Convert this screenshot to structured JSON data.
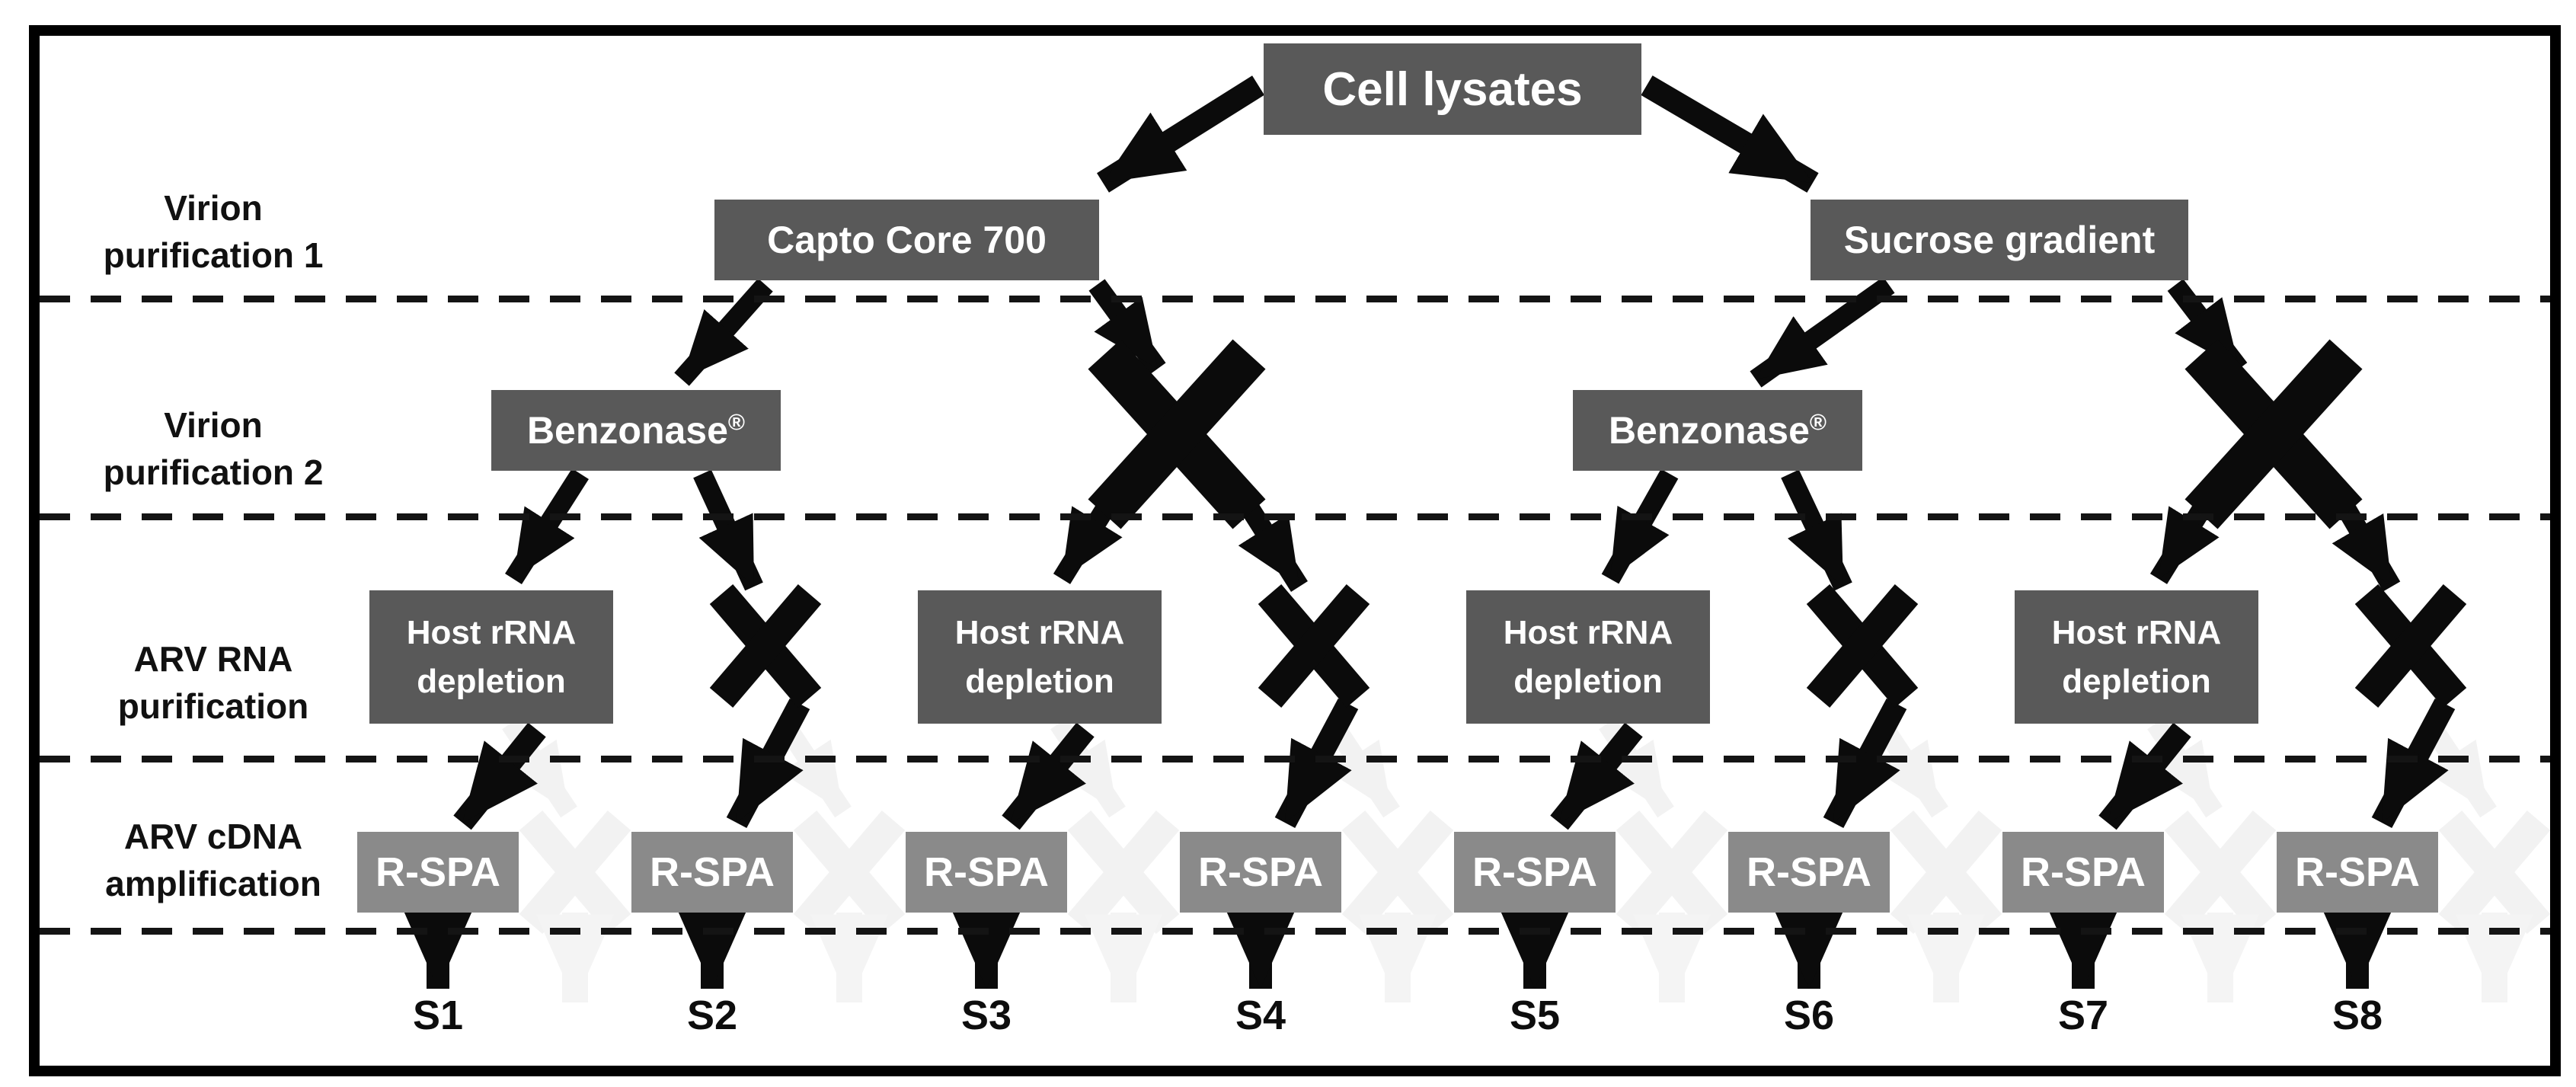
{
  "figure": {
    "kind": "workflow-flowchart",
    "source_node": "Cell lysates",
    "branch_count": 8
  },
  "row_labels": [
    {
      "line1": "Virion",
      "line2": "purification 1"
    },
    {
      "line1": "Virion",
      "line2": "purification 2"
    },
    {
      "line1": "ARV RNA",
      "line2": "purification"
    },
    {
      "line1": "ARV cDNA",
      "line2": "amplification"
    }
  ],
  "nodes": {
    "cell_lysates": "Cell lysates",
    "capto": "Capto Core 700",
    "sucrose": "Sucrose gradient",
    "benzonase": "Benzonase",
    "benzonase_reg": "®",
    "host_rrna_line1": "Host rRNA",
    "host_rrna_line2": "depletion",
    "rspa": "R-SPA"
  },
  "outputs": [
    "S1",
    "S2",
    "S3",
    "S4",
    "S5",
    "S6",
    "S7",
    "S8"
  ],
  "icons": {
    "rejected_branch": "x-mark",
    "flow": "arrow-down",
    "ghost_skipped": "faded-arrow-and-x"
  },
  "colors": {
    "node_dark": "#595959",
    "node_mid": "#8a8a8a",
    "arrow_black": "#0b0b0b",
    "ghost": "#f2f2f2",
    "ghost_light": "#f4f4f4",
    "dashed_line": "#141414",
    "frame": "#000000",
    "background": "#ffffff",
    "text_dark": "#111111",
    "text_light": "#ffffff"
  }
}
